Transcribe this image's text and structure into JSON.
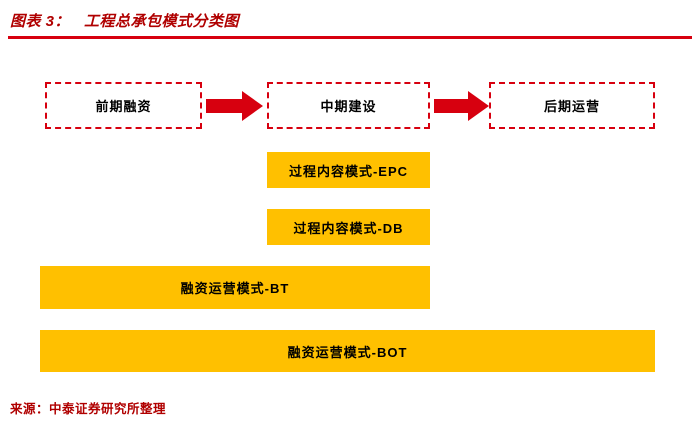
{
  "header": {
    "figure_label": "图表 3：",
    "title": "工程总承包模式分类图"
  },
  "flow": {
    "stages": [
      {
        "label": "前期融资"
      },
      {
        "label": "中期建设"
      },
      {
        "label": "后期运营"
      }
    ]
  },
  "bars": [
    {
      "label": "过程内容模式-EPC"
    },
    {
      "label": "过程内容模式-DB"
    },
    {
      "label": "融资运营模式-BT"
    },
    {
      "label": "融资运营模式-BOT"
    }
  ],
  "footer": {
    "source": "来源：中泰证券研究所整理"
  },
  "colors": {
    "title_red": "#b00000",
    "accent_red": "#d7000f",
    "bar_orange": "#ffc000"
  }
}
